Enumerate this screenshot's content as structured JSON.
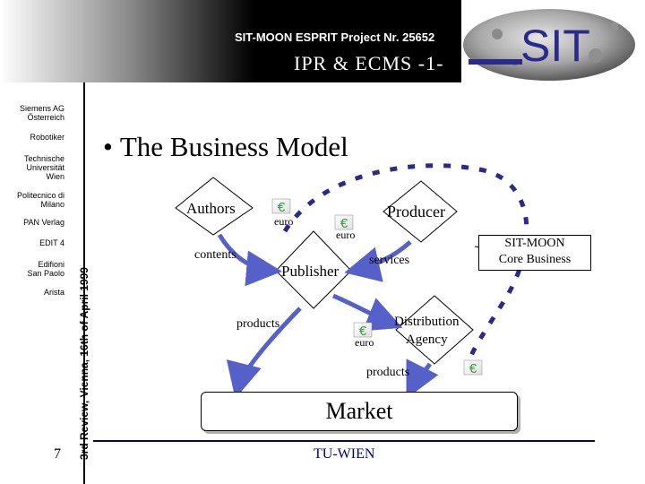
{
  "header": {
    "project": "SIT-MOON ESPRIT Project Nr. 25652",
    "subtitle": "IPR & ECMS -1-",
    "logo_text": "SIT"
  },
  "sidebar": {
    "partners": [
      {
        "lines": [
          "Siemens AG",
          "Österreich"
        ]
      },
      {
        "lines": [
          "Robotiker"
        ]
      },
      {
        "lines": [
          "Technische",
          "Universität",
          "Wien"
        ]
      },
      {
        "lines": [
          "Politecnico di",
          "Milano"
        ]
      },
      {
        "lines": [
          "PAN Verlag"
        ]
      },
      {
        "lines": [
          "EDIT 4"
        ]
      },
      {
        "lines": [
          "Edifioni",
          "San Paolo"
        ]
      },
      {
        "lines": [
          "Arista"
        ]
      }
    ],
    "vertical_text": "3rd Review, Vienna, 16th of April 1999"
  },
  "slide": {
    "bullet": "•",
    "title": "The Business Model",
    "page_number": "7",
    "footer": "TU-WIEN"
  },
  "diagram": {
    "authors": "Authors",
    "producer": "Producer",
    "publisher": "Publisher",
    "distribution_agency": [
      "Distribution",
      "Agency"
    ],
    "market": "Market",
    "sit_moon": [
      "SIT-MOON",
      "Core Business"
    ],
    "euro_labels": [
      "euro",
      "euro",
      "euro"
    ],
    "flow_labels": {
      "contents": "contents",
      "services": "services",
      "products_left": "products",
      "products_bottom": "products"
    }
  },
  "colors": {
    "flow_arrow": "#5560c8",
    "euro_icon": "#2f9e3a",
    "boundary_dash": "#2a2a8a",
    "footer_line": "#000080",
    "box_shadow": "#b0b0b0"
  }
}
